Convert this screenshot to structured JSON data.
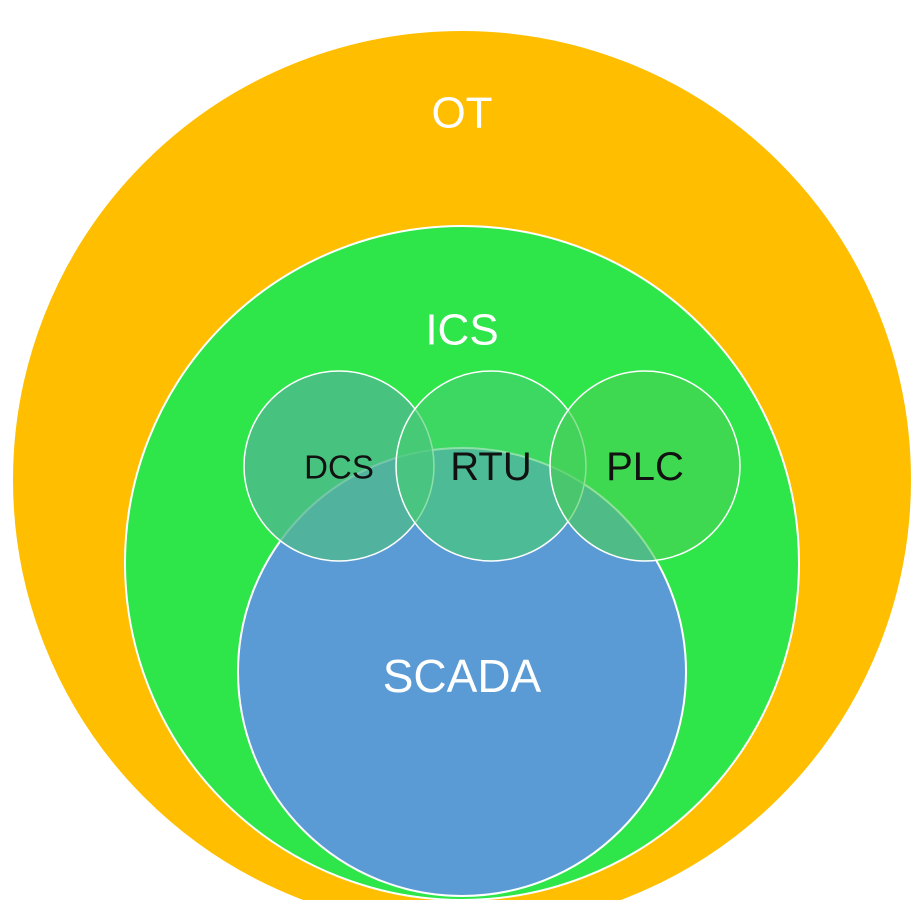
{
  "diagram": {
    "circles": {
      "ot": {
        "label": "OT",
        "fill": "#FFBF00"
      },
      "ics": {
        "label": "ICS",
        "fill": "#2EE64A"
      },
      "scada": {
        "label": "SCADA",
        "fill": "#5B9BD5"
      },
      "dcs": {
        "label": "DCS",
        "fill": "#4EB88E"
      },
      "rtu": {
        "label": "RTU",
        "fill": "#45CF70"
      },
      "plc": {
        "label": "PLC",
        "fill": "#49CF55"
      }
    },
    "outline_color": "#FFFFFF"
  }
}
